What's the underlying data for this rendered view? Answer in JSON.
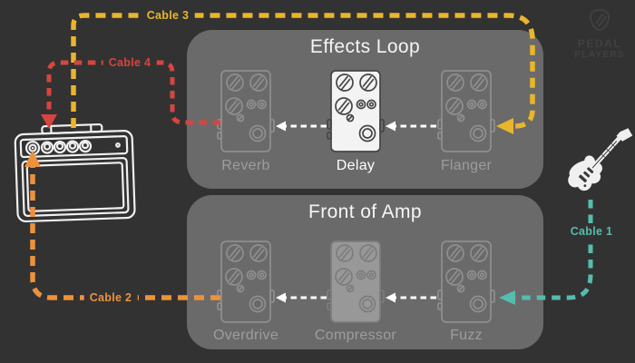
{
  "background_color": "#323232",
  "panel_color": "#6a6a6a",
  "logo": {
    "icon": "guitar-pick-icon",
    "line1": "PEDAL",
    "line2": "PLAYERS"
  },
  "sections": [
    {
      "title": "Effects Loop",
      "pedals": [
        {
          "label": "Reverb",
          "style": "outline"
        },
        {
          "label": "Delay",
          "style": "highlighted-white"
        },
        {
          "label": "Flanger",
          "style": "outline"
        }
      ]
    },
    {
      "title": "Front of Amp",
      "pedals": [
        {
          "label": "Overdrive",
          "style": "outline"
        },
        {
          "label": "Compressor",
          "style": "filled-gray"
        },
        {
          "label": "Fuzz",
          "style": "outline"
        }
      ]
    }
  ],
  "cables": [
    {
      "label": "Cable 1",
      "color": "#55bdad",
      "route": "guitar to Fuzz input"
    },
    {
      "label": "Cable 2",
      "color": "#ee913c",
      "route": "Overdrive output to amp input"
    },
    {
      "label": "Cable 3",
      "color": "#e9b62b",
      "route": "amp effects send to Flanger input"
    },
    {
      "label": "Cable 4",
      "color": "#d64540",
      "route": "Reverb output to amp effects return"
    }
  ],
  "signal_arrow_color": "#ffffff",
  "devices": [
    {
      "name": "combo-amp"
    },
    {
      "name": "electric-guitar"
    }
  ]
}
